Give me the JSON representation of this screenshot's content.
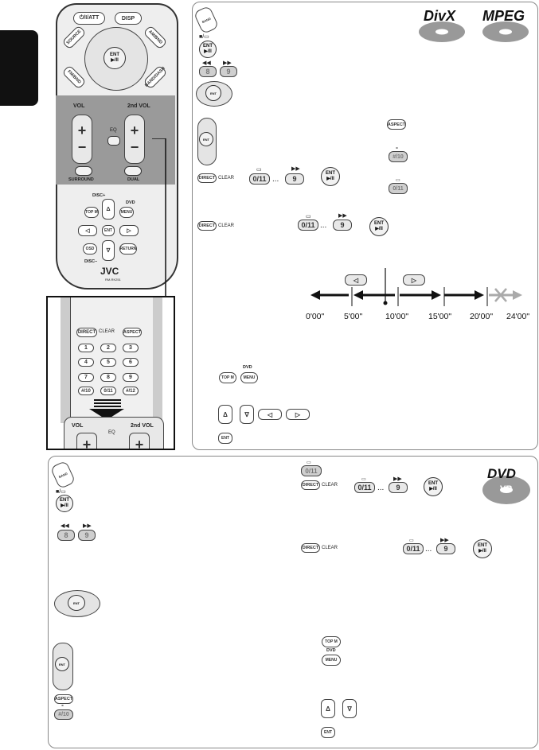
{
  "remote": {
    "attenuate_label": "⏻/I/ATT",
    "disp_label": "DISP",
    "source_label": "SOURCE",
    "am_label": "AM/BND",
    "ent_label": "ENT",
    "fm_label": "FM/BND",
    "dash_label": "BAND/DASH",
    "vol_label": "VOL",
    "second_vol_label": "2nd VOL",
    "eq_label": "EQ",
    "surround_label": "SURROUND",
    "dual_label": "DUAL",
    "disc_plus": "DISC+",
    "disc_minus": "DISC–",
    "top_m": "TOP M",
    "dvd_menu": "MENU",
    "dvd_label": "DVD",
    "osd": "OSD",
    "return_label": "RETURN",
    "brand": "JVC",
    "model": "RM-RK251"
  },
  "keypad": {
    "direct": "DIRECT",
    "clear": "CLEAR",
    "aspect": "ASPECT",
    "keys": [
      "1",
      "2",
      "3",
      "4",
      "5",
      "6",
      "7",
      "8",
      "9",
      "#/10",
      "0/11",
      "#/12"
    ],
    "vol": "VOL",
    "second_vol": "2nd VOL",
    "eq": "EQ"
  },
  "divx_panel": {
    "logo_divx": "DivX",
    "logo_mpeg": "MPEG",
    "aspect": "ASPECT",
    "hash10": "#/10",
    "zero11": "0/11",
    "direct": "DIRECT",
    "clear": "CLEAR",
    "dots": "...",
    "nine": "9",
    "eight": "8",
    "ent": "ENT",
    "top_m": "TOP M",
    "dvd": "DVD",
    "menu": "MENU"
  },
  "timeline": {
    "ticks": [
      "0'00\"",
      "5'00\"",
      "10'00\"",
      "15'00\"",
      "20'00\"",
      "24'00\""
    ]
  },
  "dvdvr_panel": {
    "logo": "DVD",
    "logo_sub": "VR",
    "zero11": "0/11",
    "direct": "DIRECT",
    "clear": "CLEAR",
    "dots": "...",
    "nine": "9",
    "eight": "8",
    "ent": "ENT",
    "aspect": "ASPECT",
    "hash10": "#/10",
    "top_m": "TOP M",
    "dvd": "DVD",
    "menu": "MENU"
  }
}
